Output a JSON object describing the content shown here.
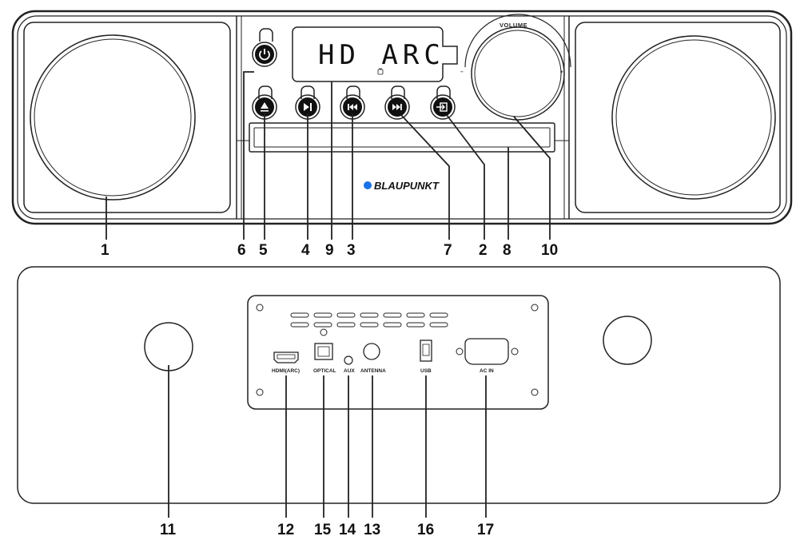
{
  "display": {
    "text": "HD ARC"
  },
  "volume": {
    "label": "VOLUME",
    "minus": "−",
    "plus": "+"
  },
  "brand": {
    "name": "BLAUPUNKT",
    "dot_color": "#1a73e8"
  },
  "button_icons": [
    "power-icon",
    "eject-icon",
    "play-pause-icon",
    "previous-track-icon",
    "next-track-icon",
    "source-input-icon"
  ],
  "rear_ports": {
    "hdmi": "HDMI(ARC)",
    "optical": "OPTICAL",
    "aux": "AUX",
    "antenna": "ANTENNA",
    "usb": "USB",
    "ac_in": "AC IN"
  },
  "callouts": {
    "front": [
      "1",
      "6",
      "5",
      "4",
      "9",
      "3",
      "7",
      "2",
      "8",
      "10"
    ],
    "rear": [
      "11",
      "12",
      "15",
      "14",
      "13",
      "16",
      "17"
    ]
  }
}
